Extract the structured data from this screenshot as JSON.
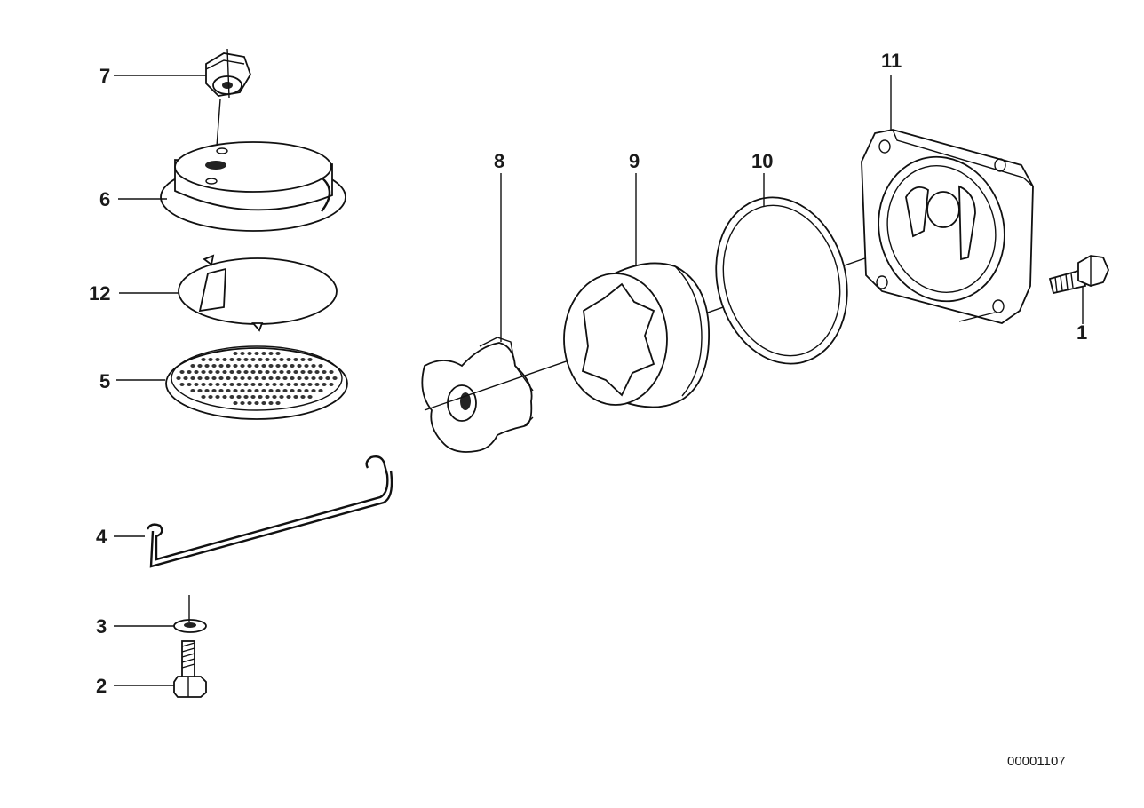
{
  "diagram": {
    "callouts": [
      {
        "id": "7",
        "label": "7"
      },
      {
        "id": "6",
        "label": "6"
      },
      {
        "id": "12",
        "label": "12"
      },
      {
        "id": "5",
        "label": "5"
      },
      {
        "id": "4",
        "label": "4"
      },
      {
        "id": "3",
        "label": "3"
      },
      {
        "id": "2",
        "label": "2"
      },
      {
        "id": "8",
        "label": "8"
      },
      {
        "id": "9",
        "label": "9"
      },
      {
        "id": "10",
        "label": "10"
      },
      {
        "id": "11",
        "label": "11"
      },
      {
        "id": "1",
        "label": "1"
      }
    ],
    "document_number": "00001107"
  }
}
